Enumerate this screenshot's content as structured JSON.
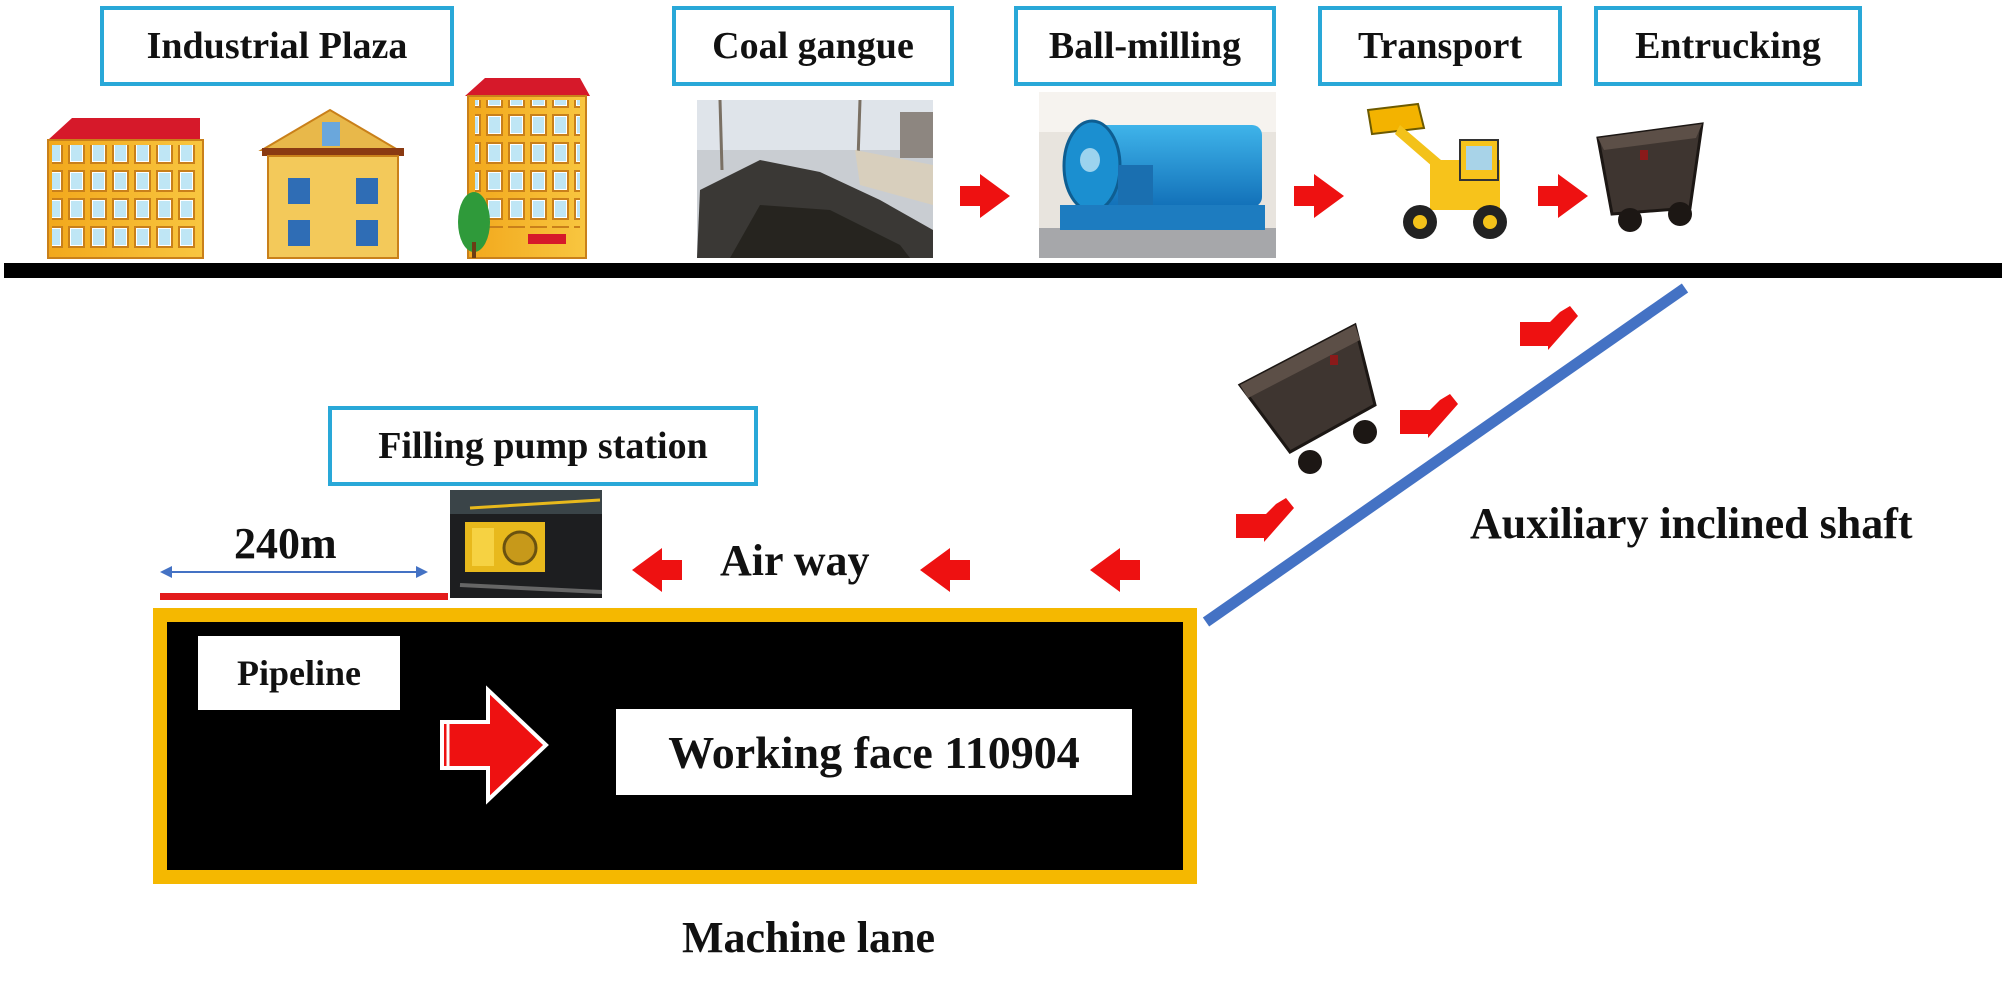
{
  "labels": {
    "industrial_plaza": "Industrial Plaza",
    "coal_gangue": "Coal gangue",
    "ball_milling": "Ball-milling",
    "transport": "Transport",
    "entrucking": "Entrucking",
    "filling_pump_station": "Filling pump station",
    "distance": "240m",
    "air_way": "Air way",
    "auxiliary_inclined_shaft": "Auxiliary inclined shaft",
    "pipeline": "Pipeline",
    "working_face": "Working face 110904",
    "machine_lane": "Machine lane"
  },
  "colors": {
    "label_border": "#29a8d8",
    "flow_arrow": "#ee1111",
    "shaft": "#4472c4",
    "panel_border": "#f5b800",
    "panel_fill": "#000000",
    "ground_line": "#000000",
    "distance_bar": "#e31b1b",
    "dimension_arrow": "#4472c4"
  }
}
